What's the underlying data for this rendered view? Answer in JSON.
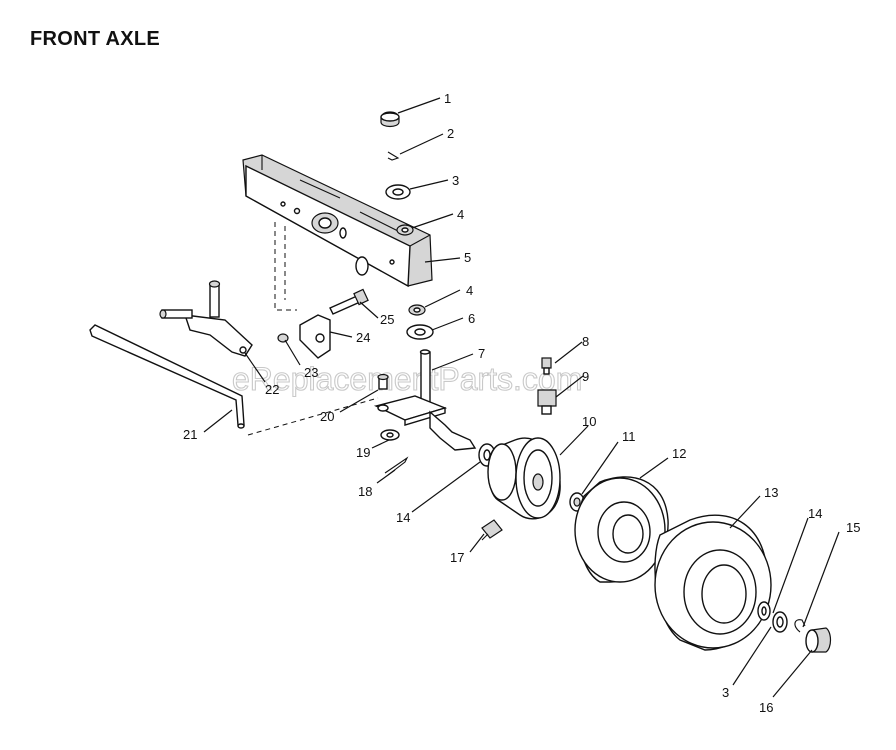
{
  "title": "FRONT AXLE",
  "watermark": "eReplacementParts.com",
  "callouts": [
    "1",
    "2",
    "3",
    "4",
    "5",
    "4",
    "6",
    "7",
    "8",
    "9",
    "10",
    "11",
    "12",
    "13",
    "14",
    "15",
    "3",
    "16",
    "17",
    "18",
    "19",
    "20",
    "21",
    "22",
    "23",
    "24",
    "25",
    "14"
  ]
}
